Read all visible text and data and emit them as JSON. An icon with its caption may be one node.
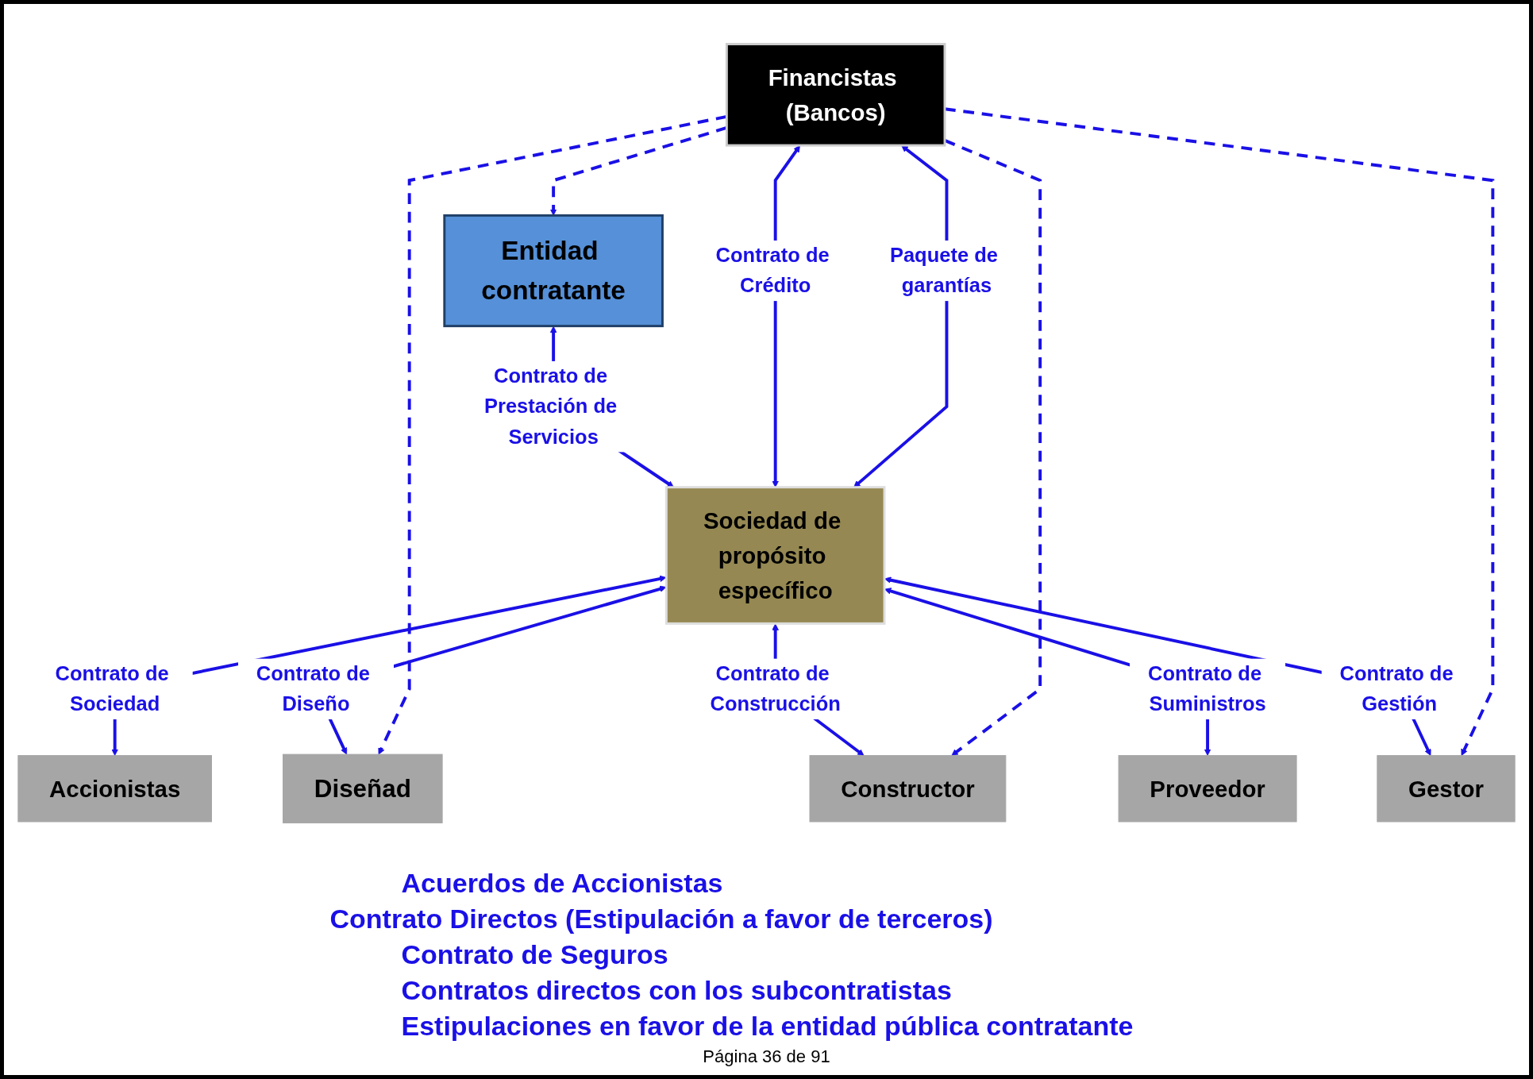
{
  "diagram": {
    "nodes": [
      {
        "text": [
          "Entidad contratante"
        ]
      },
      {
        "text": [
          "Financistas (Bancos)"
        ]
      },
      {
        "text": [
          "Sociedad de propósito específico"
        ]
      },
      {
        "text": [
          "Accionistas"
        ]
      },
      {
        "text": [
          "Diseñad"
        ]
      },
      {
        "text": [
          "Gestor"
        ]
      },
      {
        "text": [
          "Constructor"
        ]
      },
      {
        "text": [
          "Proveedor"
        ]
      }
    ],
    "edges": [
      {
        "from": 1,
        "to": 0,
        "arrow": "to",
        "style": "dashed"
      },
      {
        "from": 0,
        "to": 2,
        "arrow": "both",
        "label": "Contrato de Prestación de Servicios"
      },
      {
        "from": 1,
        "to": 2,
        "arrow": "both",
        "label": "Contrato de Crédito"
      },
      {
        "from": 1,
        "to": 2,
        "arrow": "both",
        "label": "Paquete de garantías"
      },
      {
        "from": 2,
        "to": 3,
        "arrow": "both",
        "label": "Contrato de Sociedad"
      },
      {
        "from": 2,
        "to": 4,
        "arrow": "both",
        "label": "Contrato de Diseño"
      },
      {
        "from": 2,
        "to": 6,
        "arrow": "both",
        "label": "Contrato de Construcción"
      },
      {
        "from": 2,
        "to": 7,
        "arrow": "both",
        "label": "Contrato de Suministros"
      },
      {
        "from": 2,
        "to": 5,
        "arrow": "both",
        "label": "Contrato de Gestión"
      },
      {
        "from": 1,
        "to": 4,
        "arrow": "to",
        "style": "dashed"
      },
      {
        "from": 1,
        "to": 6,
        "arrow": "to",
        "style": "dashed"
      },
      {
        "from": 1,
        "to": 5,
        "arrow": "to",
        "style": "dashed"
      }
    ],
    "labels": [
      "Acuerdos de Accionistas",
      "Contrato Directos (Estipulación a favor de terceros)",
      "Contrato de Seguros",
      "Contratos directos con los subcontratistas",
      "Estipulaciones en favor de la entidad pública contratante",
      "Página 36 de 91"
    ]
  }
}
